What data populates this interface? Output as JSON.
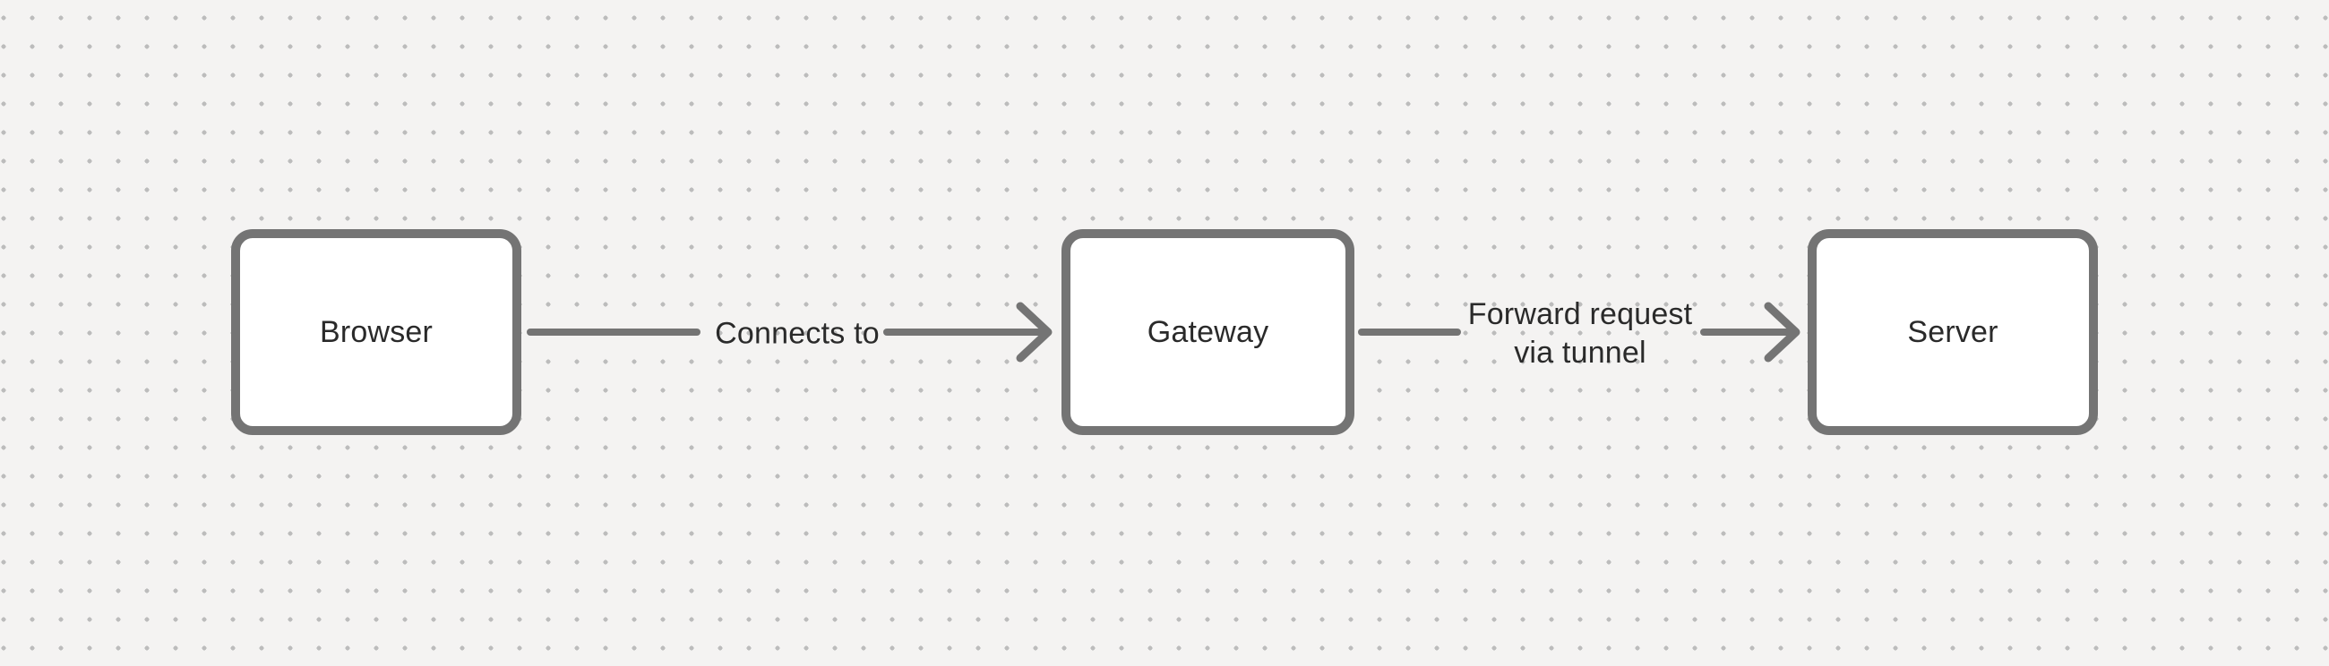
{
  "theme": {
    "background": "#f4f3f2",
    "grid_dot_color": "#bcbcbc",
    "shape_stroke": "#747474",
    "shape_fill": "#ffffff",
    "text_color": "#2a2a2a"
  },
  "diagram": {
    "nodes": [
      {
        "id": "browser",
        "label": "Browser"
      },
      {
        "id": "gateway",
        "label": "Gateway"
      },
      {
        "id": "server",
        "label": "Server"
      }
    ],
    "edges": [
      {
        "from": "browser",
        "to": "gateway",
        "lines": [
          "Connects to"
        ]
      },
      {
        "from": "gateway",
        "to": "server",
        "lines": [
          "Forward request",
          "via tunnel"
        ]
      }
    ]
  }
}
